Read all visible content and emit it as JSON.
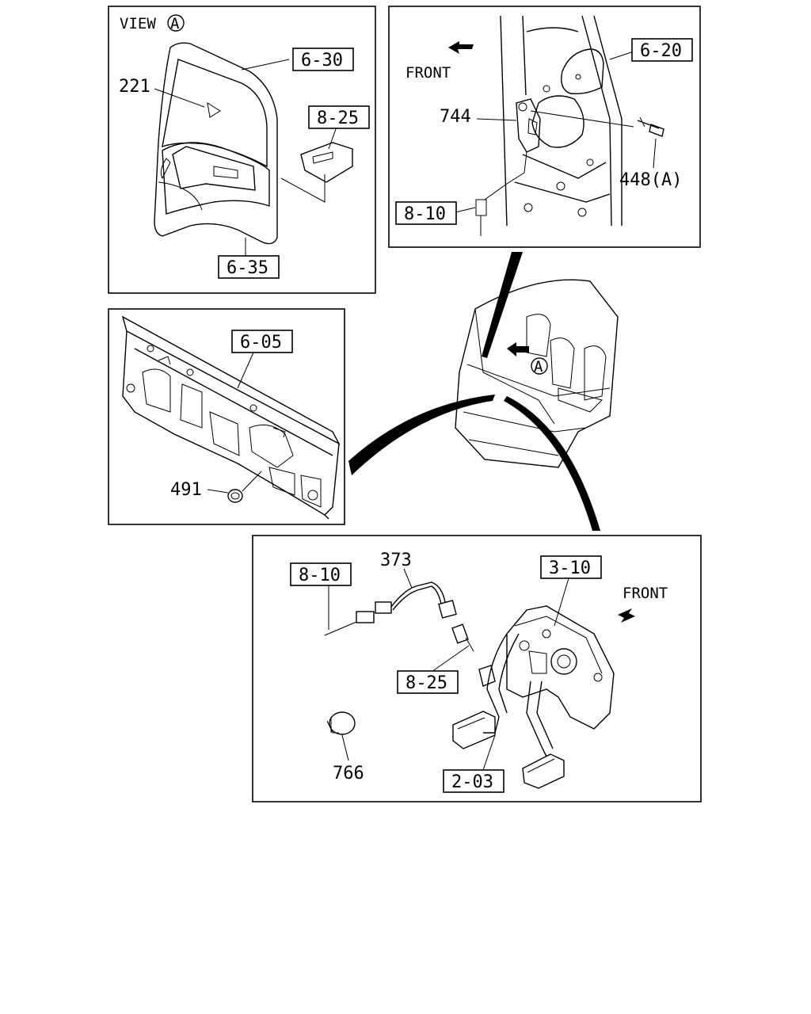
{
  "panels": {
    "view_a": {
      "title": "VIEW",
      "marker": "A",
      "labels": [
        "6-30",
        "221",
        "8-25",
        "6-35"
      ]
    },
    "switch_detail": {
      "front": "FRONT",
      "labels": [
        "6-20",
        "744",
        "448(A)",
        "8-10"
      ]
    },
    "dash_panel": {
      "labels": [
        "6-05",
        "491"
      ]
    },
    "cab": {
      "marker": "A"
    },
    "pedal_assembly": {
      "front": "FRONT",
      "labels": [
        "373",
        "8-10",
        "3-10",
        "8-25",
        "766",
        "2-03"
      ]
    }
  }
}
